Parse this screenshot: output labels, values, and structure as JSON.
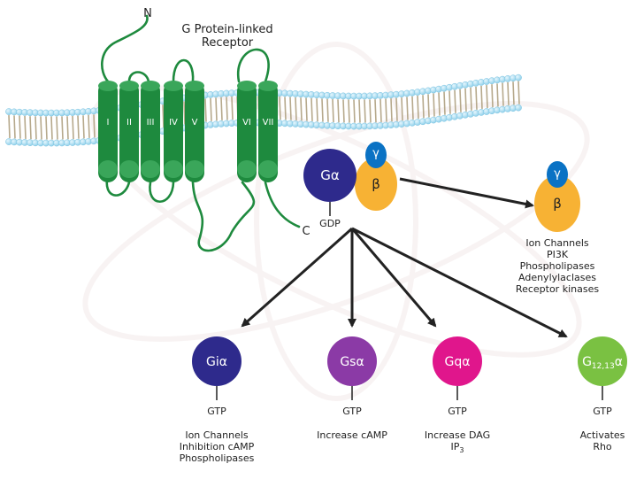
{
  "receptor": {
    "title_line1": "G Protein-linked",
    "title_line2": "Receptor",
    "n_terminus": "N",
    "c_terminus": "C",
    "helices": [
      "I",
      "II",
      "III",
      "IV",
      "V",
      "VI",
      "VII"
    ]
  },
  "complex": {
    "alpha": "Gα",
    "gamma": "γ",
    "beta": "β",
    "gdp": "GDP"
  },
  "beta_gamma_effectors": {
    "gamma": "γ",
    "beta": "β",
    "lines": [
      "Ion Channels",
      "PI3K",
      "Phospholipases",
      "Adenylylaclases",
      "Receptor kinases"
    ]
  },
  "subunits": [
    {
      "label_main": "Giα",
      "label_sub": "",
      "label_tail": "",
      "nucleotide": "GTP",
      "effects": [
        "Ion Channels",
        "Inhibition cAMP",
        "Phospholipases"
      ],
      "color": "#2e2a8c"
    },
    {
      "label_main": "Gsα",
      "label_sub": "",
      "label_tail": "",
      "nucleotide": "GTP",
      "effects": [
        "Increase cAMP"
      ],
      "color": "#8b3aa6"
    },
    {
      "label_main": "Gqα",
      "label_sub": "",
      "label_tail": "",
      "nucleotide": "GTP",
      "effects": [
        "Increase DAG",
        "IP3"
      ],
      "color": "#e0168c"
    },
    {
      "label_main": "G",
      "label_sub": "12,13",
      "label_tail": "α",
      "nucleotide": "GTP",
      "effects": [
        "Activates",
        "Rho"
      ],
      "color": "#7ac142"
    }
  ],
  "colors": {
    "helix": "#1e8a3e",
    "helix_dark": "#3aa65a",
    "loop": "#1e8a3e",
    "membrane_bead": "#a8dcf0",
    "alpha": "#2e2a8c",
    "beta": "#f7b234",
    "gamma": "#0a72c4",
    "arrow": "#222222"
  }
}
